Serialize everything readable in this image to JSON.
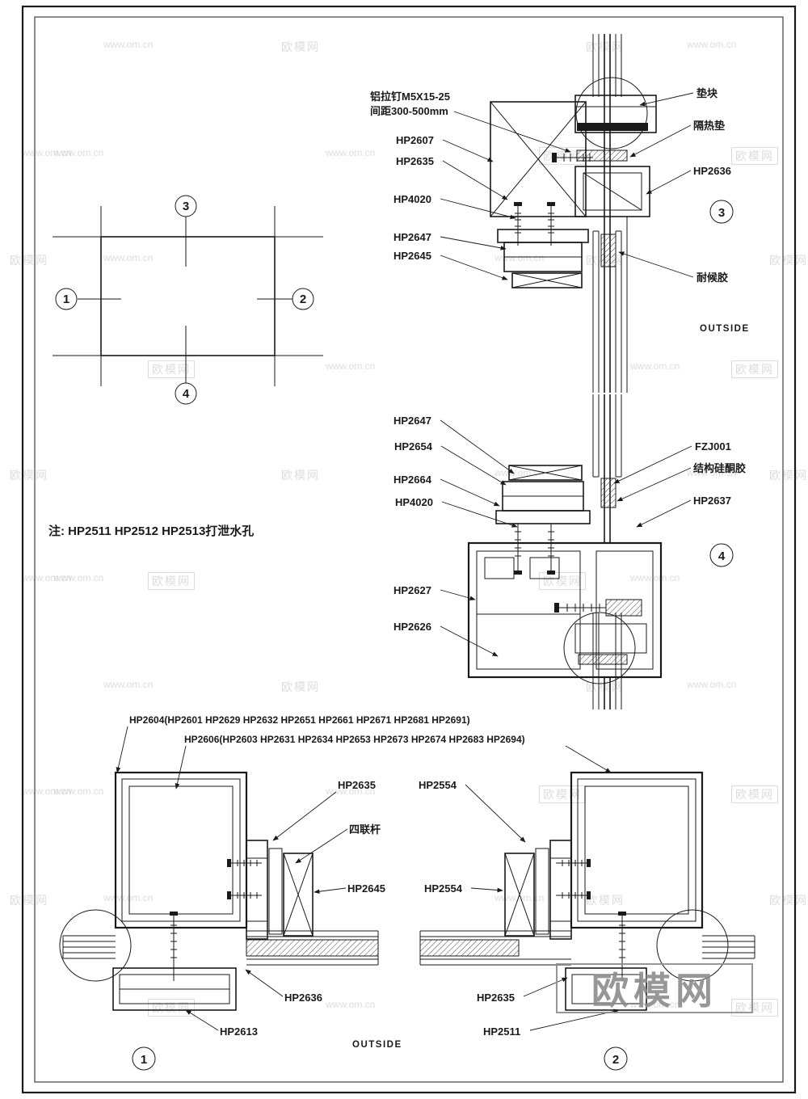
{
  "colors": {
    "ink": "#1a1a1a",
    "wmLight": "#c7c7c7",
    "wmDark": "#8c8c8c"
  },
  "watermarks": {
    "brand": "欧模网",
    "url": "www.om.cn",
    "big": "欧模网"
  },
  "note": "注: HP2511 HP2512 HP2513打泄水孔",
  "key_plan": {
    "n1": "1",
    "n2": "2",
    "n3": "3",
    "n4": "4"
  },
  "detail3": {
    "number": "3",
    "outside": "OUTSIDE",
    "rivet_line1": "铝拉钉M5X15-25",
    "rivet_line2": "间距300-500mm",
    "hp2607": "HP2607",
    "hp2635": "HP2635",
    "hp4020": "HP4020",
    "hp2647": "HP2647",
    "hp2645": "HP2645",
    "spacer_block": "垫块",
    "thermal_strip": "隔热垫",
    "hp2636": "HP2636",
    "weather_sealant": "耐候胶"
  },
  "detail4": {
    "number": "4",
    "hp2647": "HP2647",
    "hp2654": "HP2654",
    "hp2664": "HP2664",
    "hp4020": "HP4020",
    "hp2627": "HP2627",
    "hp2626": "HP2626",
    "fzj001": "FZJ001",
    "structural_sealant": "结构硅酮胶",
    "hp2637": "HP2637"
  },
  "series_labels": {
    "line1": "HP2604(HP2601 HP2629 HP2632 HP2651 HP2661 HP2671 HP2681 HP2691)",
    "line2": "HP2606(HP2603 HP2631 HP2634 HP2653 HP2673 HP2674 HP2683 HP2694)"
  },
  "detail1": {
    "number": "1",
    "outside": "OUTSIDE",
    "hp2635": "HP2635",
    "link_rod": "四联杆",
    "hp2645": "HP2645",
    "hp2636": "HP2636",
    "hp2613": "HP2613"
  },
  "detail2": {
    "number": "2",
    "hp2554_top": "HP2554",
    "hp2554_side": "HP2554",
    "hp2635": "HP2635",
    "hp2511": "HP2511"
  }
}
